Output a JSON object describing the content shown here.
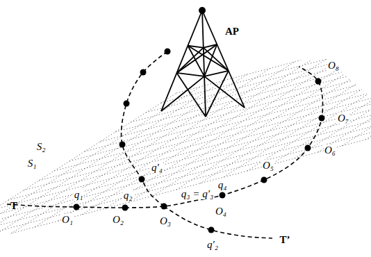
{
  "diagram": {
    "labels": [
      "AP",
      "T",
      "T’",
      "O₁",
      "O₂",
      "O₃",
      "O₄",
      "O₅",
      "O₆",
      "O₇",
      "O₈",
      "q₁",
      "q₂",
      "q₃ = q′₃",
      "q₄",
      "q′₄",
      "q′₂",
      "S₁",
      "S₂"
    ]
  }
}
